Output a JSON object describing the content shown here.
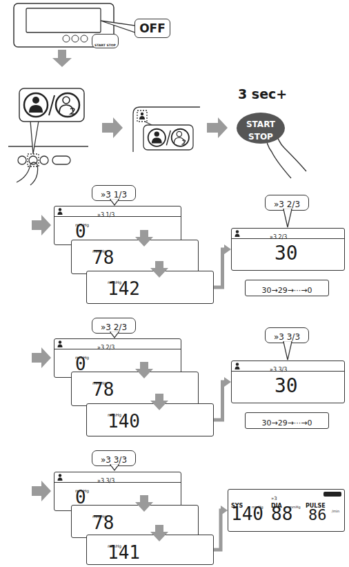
{
  "diagram": {
    "nodes": [
      {
        "text": [
          "START STOP"
        ]
      },
      {
        "text": [
          "OFF"
        ]
      },
      {
        "text": [
          "START STOP"
        ]
      },
      {
        "text": [
          "»3 1/3"
        ]
      },
      {
        "text": [
          "»3 1/3",
          "mmHg",
          "0"
        ]
      },
      {
        "text": [
          "mmHg",
          "78"
        ]
      },
      {
        "text": [
          "mmHg",
          "142"
        ]
      },
      {
        "text": [
          "»3 2/3"
        ]
      },
      {
        "text": [
          "»3 2/3",
          "30"
        ]
      },
      {
        "text": [
          "30→29→···→0"
        ]
      },
      {
        "text": [
          "»3 2/3"
        ]
      },
      {
        "text": [
          "»3 2/3",
          "mmHg",
          "0"
        ]
      },
      {
        "text": [
          "mmHg",
          "78"
        ]
      },
      {
        "text": [
          "mmHg",
          "140"
        ]
      },
      {
        "text": [
          "»3 3/3"
        ]
      },
      {
        "text": [
          "»3 3/3",
          "30"
        ]
      },
      {
        "text": [
          "30→29→···→0"
        ]
      },
      {
        "text": [
          "»3 3/3"
        ]
      },
      {
        "text": [
          "»3 3/3",
          "mmHg",
          "0"
        ]
      },
      {
        "text": [
          "mmHg",
          "78"
        ]
      },
      {
        "text": [
          "mmHg",
          "141"
        ]
      },
      {
        "text": [
          "»3",
          "SYS",
          "mmHg",
          "140",
          "DIA",
          "mmHg",
          "88",
          "PULSE",
          "/min",
          "86"
        ]
      }
    ],
    "edges": [
      {
        "from": 6,
        "to": 8,
        "arrow": "to"
      },
      {
        "from": 13,
        "to": 15,
        "arrow": "to"
      },
      {
        "from": 20,
        "to": 21,
        "arrow": "to"
      }
    ],
    "labels": [
      "3 sec+"
    ]
  }
}
